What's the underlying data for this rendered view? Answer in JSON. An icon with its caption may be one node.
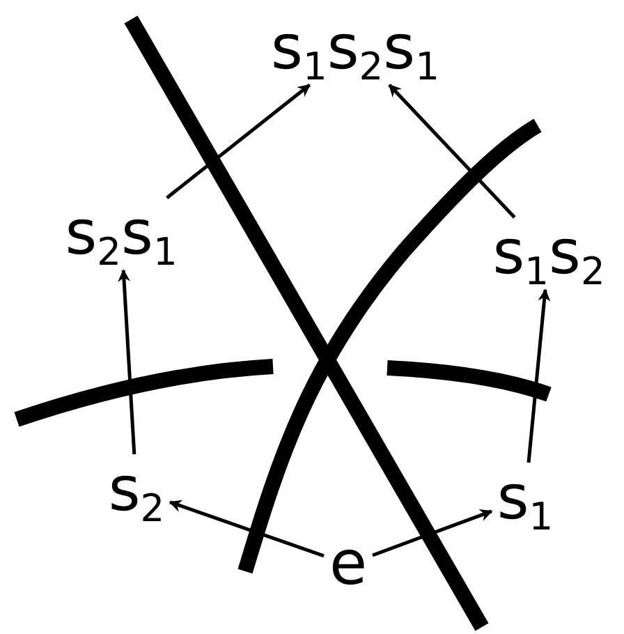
{
  "diagram": {
    "nodes": [
      {
        "text": [
          "s$_{1}$s$_{2}$s$_{1}$"
        ]
      },
      {
        "text": [
          "s$_{2}$s$_{1}$"
        ]
      },
      {
        "text": [
          "s$_{1}$s$_{2}$"
        ]
      },
      {
        "text": [
          "s$_{2}$"
        ]
      },
      {
        "text": [
          "s$_{1}$"
        ]
      },
      {
        "text": [
          "e"
        ]
      }
    ],
    "edges": [
      {
        "from": 5,
        "to": 3,
        "arrow": "to"
      },
      {
        "from": 5,
        "to": 4,
        "arrow": "to"
      },
      {
        "from": 3,
        "to": 1,
        "arrow": "to"
      },
      {
        "from": 4,
        "to": 2,
        "arrow": "to"
      },
      {
        "from": 1,
        "to": 0,
        "arrow": "to"
      },
      {
        "from": 2,
        "to": 0,
        "arrow": "to"
      }
    ]
  }
}
